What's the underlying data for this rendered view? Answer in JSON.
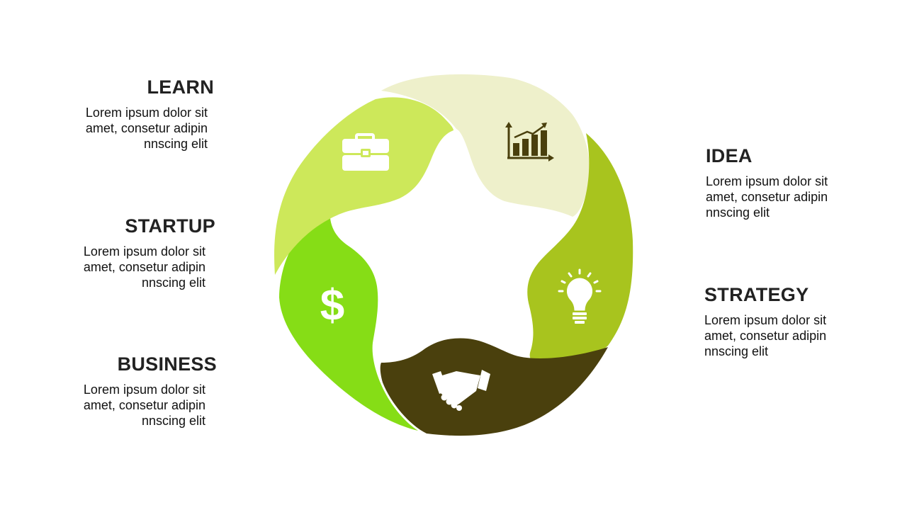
{
  "colors": {
    "learn": "#cde85a",
    "idea_segment": "#eef0cb",
    "strategy_segment": "#a8c41e",
    "handshake_segment": "#4a400d",
    "startup_segment": "#86dd16",
    "icon_light": "#ffffff",
    "icon_dark": "#4a400d"
  },
  "labels": {
    "learn": {
      "title": "LEARN",
      "body": "Lorem ipsum dolor sit amet, consetur adipin nnscing elit"
    },
    "startup": {
      "title": "STARTUP",
      "body": "Lorem ipsum dolor sit amet, consetur adipin nnscing elit"
    },
    "business": {
      "title": "BUSINESS",
      "body": "Lorem ipsum dolor sit amet, consetur adipin nnscing elit"
    },
    "idea": {
      "title": "IDEA",
      "body": "Lorem ipsum dolor sit amet, consetur adipin nnscing elit"
    },
    "strategy": {
      "title": "STRATEGY",
      "body": "Lorem ipsum dolor sit amet, consetur adipin nnscing elit"
    }
  },
  "icons": {
    "learn": "briefcase-icon",
    "idea": "growth-chart-icon",
    "strategy": "lightbulb-icon",
    "handshake": "handshake-icon",
    "startup": "dollar-icon"
  }
}
